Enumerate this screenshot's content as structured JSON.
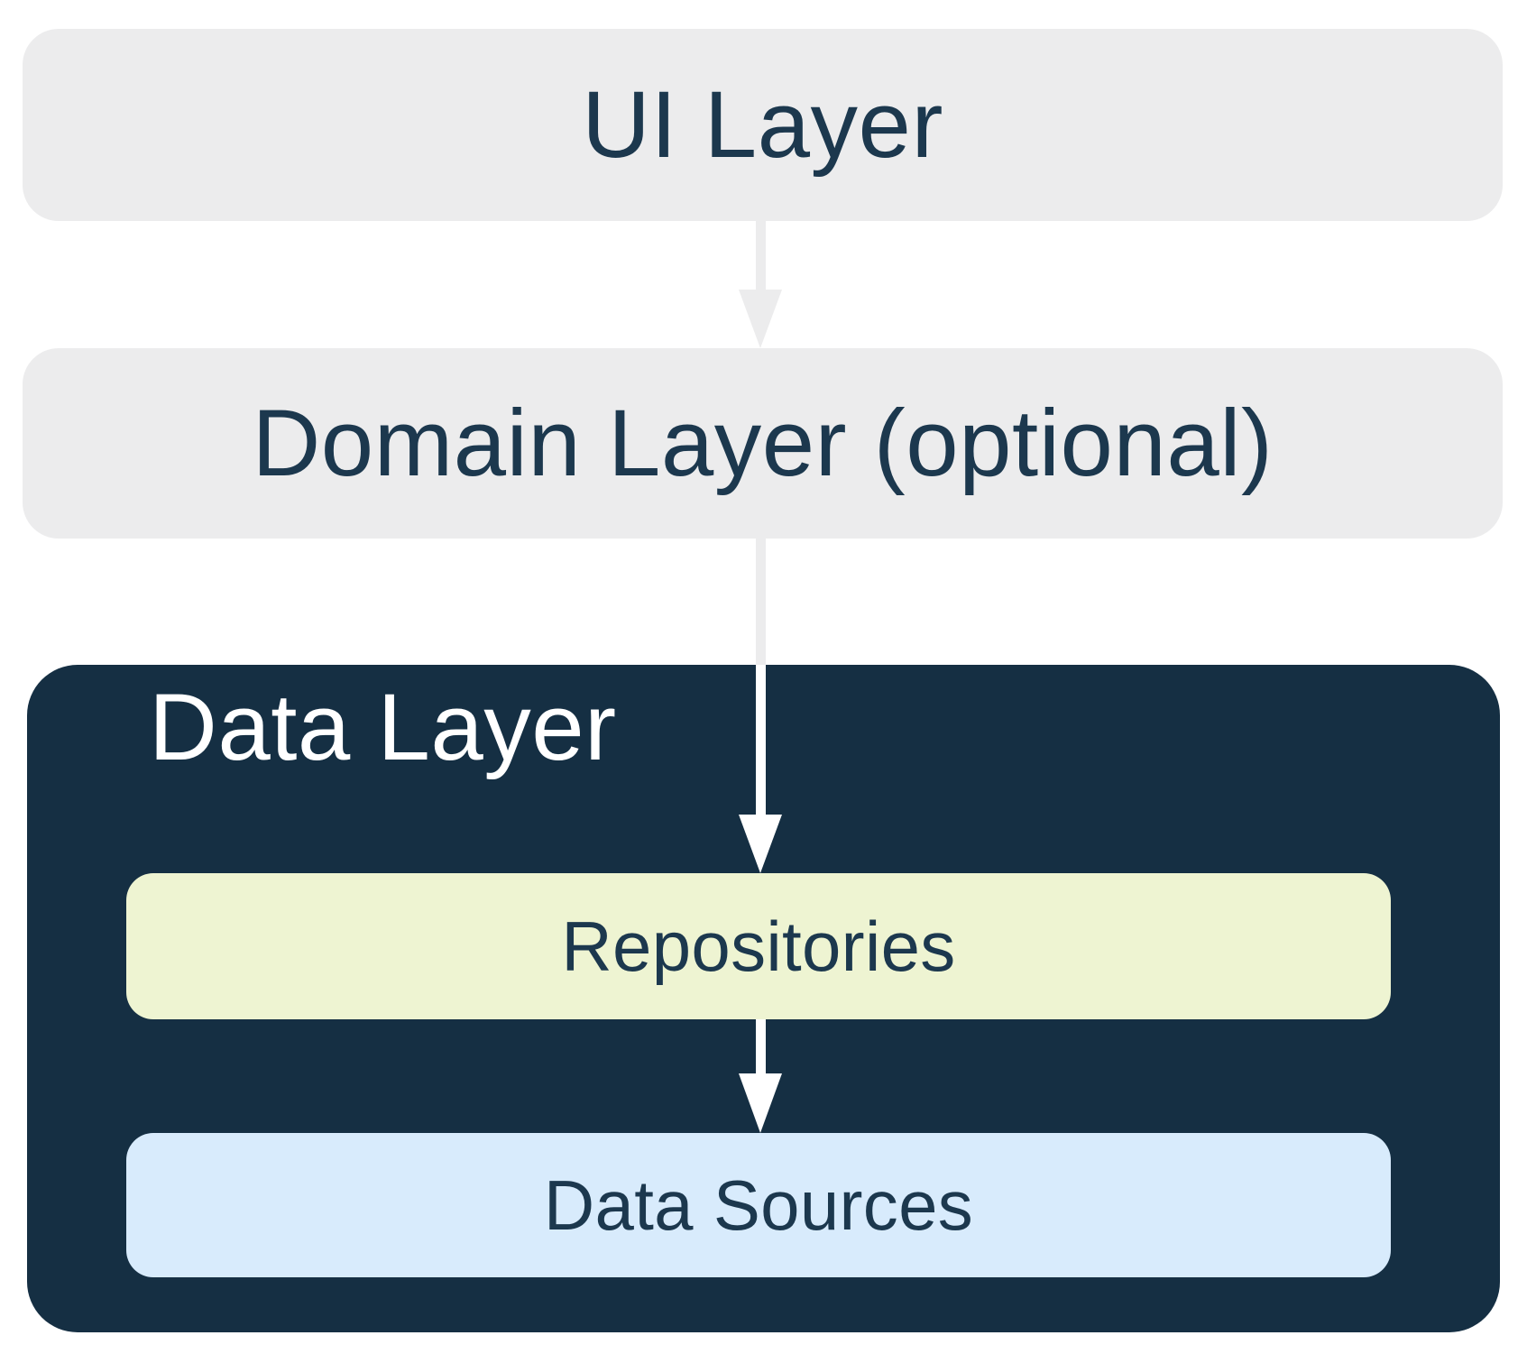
{
  "diagram": {
    "description": "App architecture layers diagram",
    "nodes": {
      "ui_layer": {
        "label": "UI Layer"
      },
      "domain_layer": {
        "label": "Domain Layer (optional)"
      },
      "data_layer": {
        "label": "Data Layer"
      },
      "repositories": {
        "label": "Repositories"
      },
      "data_sources": {
        "label": "Data Sources"
      }
    },
    "edges": [
      {
        "from": "UI Layer",
        "to": "Domain Layer (optional)",
        "style": "gray-arrow"
      },
      {
        "from": "Domain Layer (optional)",
        "to": "Repositories",
        "style": "gray-then-white-arrow"
      },
      {
        "from": "Repositories",
        "to": "Data Sources",
        "style": "white-arrow"
      }
    ],
    "colors": {
      "background": "#FFFFFF",
      "light_box": "#ECECED",
      "dark_box": "#152F43",
      "repositories_box": "#EEF4D2",
      "data_sources_box": "#D8EBFC",
      "text_dark": "#1C384E",
      "text_light": "#FFFFFF",
      "arrow_gray": "#ECECED",
      "arrow_white": "#FFFFFF"
    }
  }
}
